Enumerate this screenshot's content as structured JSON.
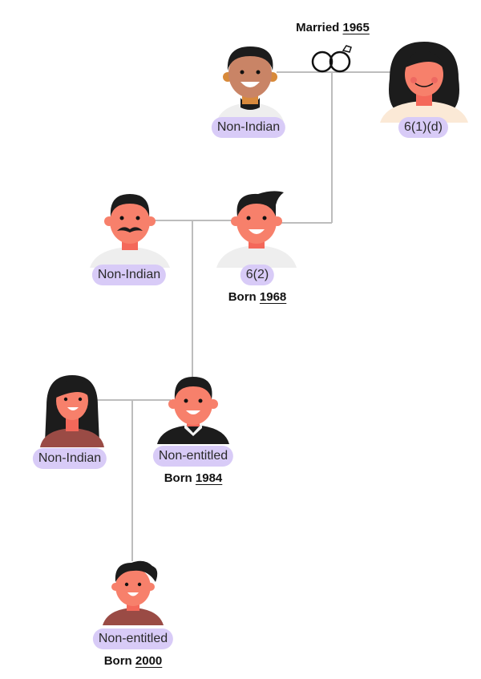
{
  "marriage": {
    "label": "Married",
    "year": "1965"
  },
  "people": [
    {
      "id": "gen1-man",
      "status": "Non-Indian"
    },
    {
      "id": "gen1-woman",
      "status": "6(1)(d)"
    },
    {
      "id": "gen2-spouse",
      "status": "Non-Indian"
    },
    {
      "id": "gen2-son",
      "status": "6(2)",
      "born_label": "Born",
      "born_year": "1968"
    },
    {
      "id": "gen3-spouse",
      "status": "Non-Indian"
    },
    {
      "id": "gen3-son",
      "status": "Non-entitled",
      "born_label": "Born",
      "born_year": "1984"
    },
    {
      "id": "gen4-son",
      "status": "Non-entitled",
      "born_label": "Born",
      "born_year": "2000"
    }
  ],
  "colors": {
    "badge": "#d8cbf7",
    "line": "#bdbdbd",
    "skin": "#f7806b",
    "hair": "#1c1c1c"
  }
}
